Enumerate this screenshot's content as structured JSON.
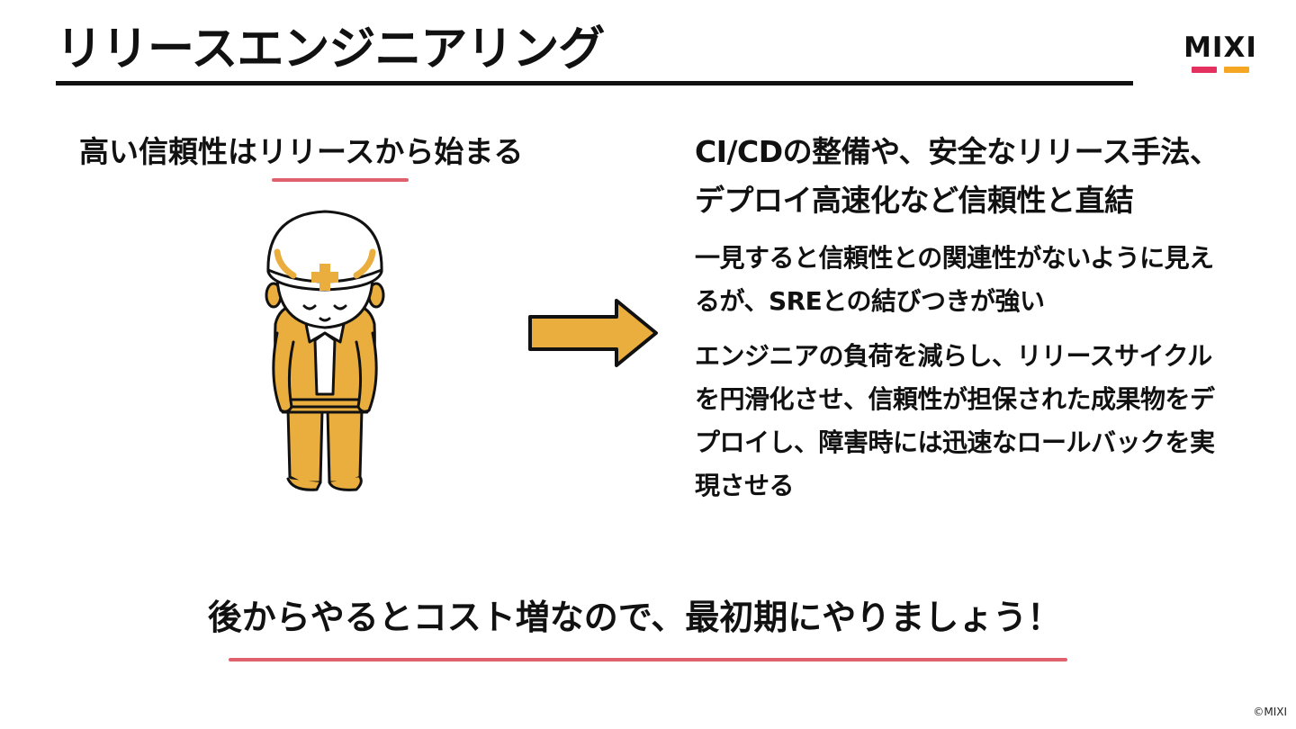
{
  "slide": {
    "title": "リリースエンジニアリング",
    "logo": {
      "text": "MIXI",
      "bar_colors": [
        "#e3305e",
        "#f5a623"
      ]
    },
    "left_heading": "高い信頼性はリリースから始まる",
    "right_heading": "CI/CDの整備や、安全なリリース手法、デプロイ高速化など信頼性と直結",
    "paragraph_1": "一見すると信頼性との関連性がないように見えるが、SREとの結びつきが強い",
    "paragraph_2": "エンジニアの負荷を減らし、リリースサイクルを円滑化させ、信頼性が担保された成果物をデプロイし、障害時には迅速なロールバックを実現させる",
    "bottom_message": "後からやるとコスト増なので、最初期にやりましょう！",
    "copyright": "©MIXI"
  },
  "colors": {
    "accent_red": "#e0616d",
    "illustration_orange": "#eaae3e",
    "text": "#111111"
  }
}
